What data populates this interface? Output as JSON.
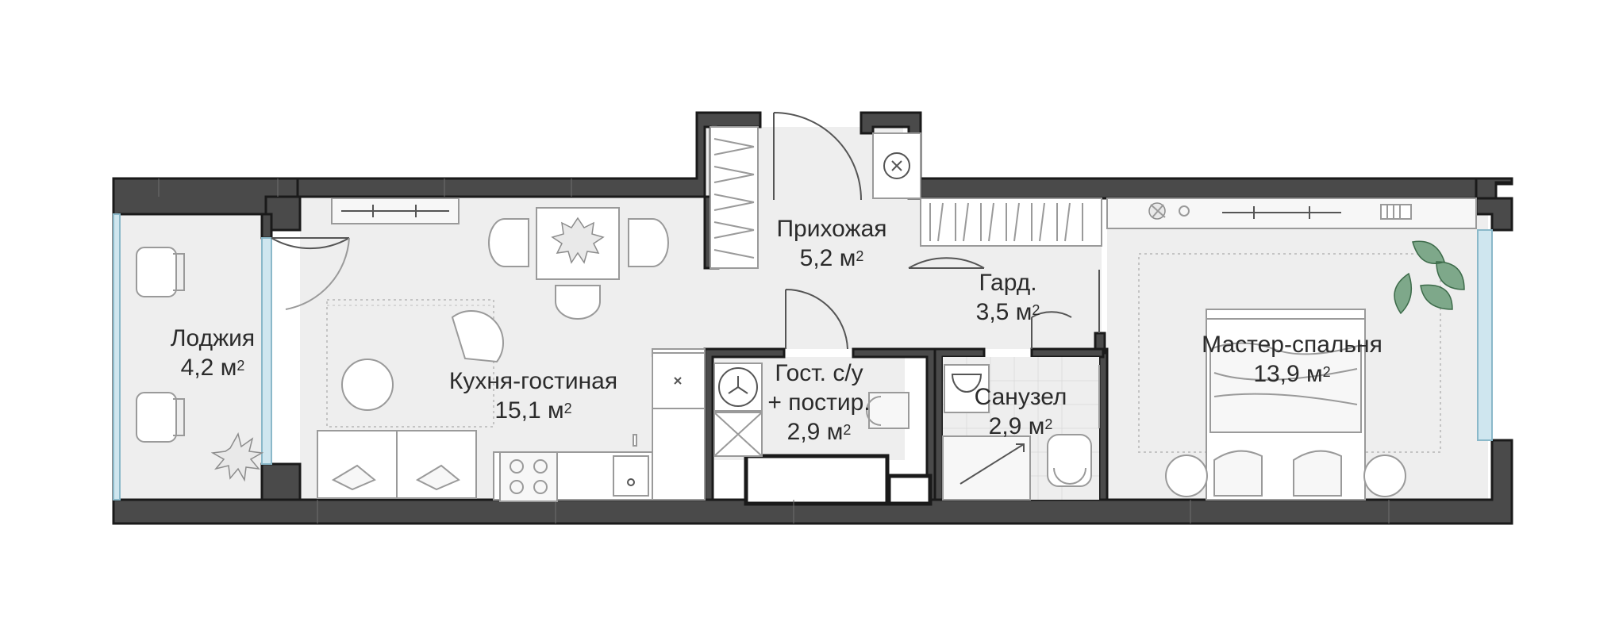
{
  "rooms": [
    {
      "id": "loggia",
      "name": "Лоджия",
      "area": "4,2 м",
      "area_unit_sup": "2"
    },
    {
      "id": "kitchen-living",
      "name": "Кухня-гостиная",
      "area": "15,1 м",
      "area_unit_sup": "2"
    },
    {
      "id": "hallway",
      "name": "Прихожая",
      "area": "5,2 м",
      "area_unit_sup": "2"
    },
    {
      "id": "wardrobe",
      "name": "Гард.",
      "area": "3,5 м",
      "area_unit_sup": "2"
    },
    {
      "id": "guest-wc",
      "name": "Гост. с/у",
      "name2": "+ постир.",
      "area": "2,9 м",
      "area_unit_sup": "2"
    },
    {
      "id": "bathroom",
      "name": "Санузел",
      "area": "2,9 м",
      "area_unit_sup": "2"
    },
    {
      "id": "master-bedroom",
      "name": "Мастер-спальня",
      "area": "13,9 м",
      "area_unit_sup": "2"
    }
  ],
  "colors": {
    "wall": "#4a4a4a",
    "floor": "#eeeeee",
    "glass": "#cfe6ef",
    "plant": "#7ea88a",
    "text": "#2b2b2b"
  }
}
